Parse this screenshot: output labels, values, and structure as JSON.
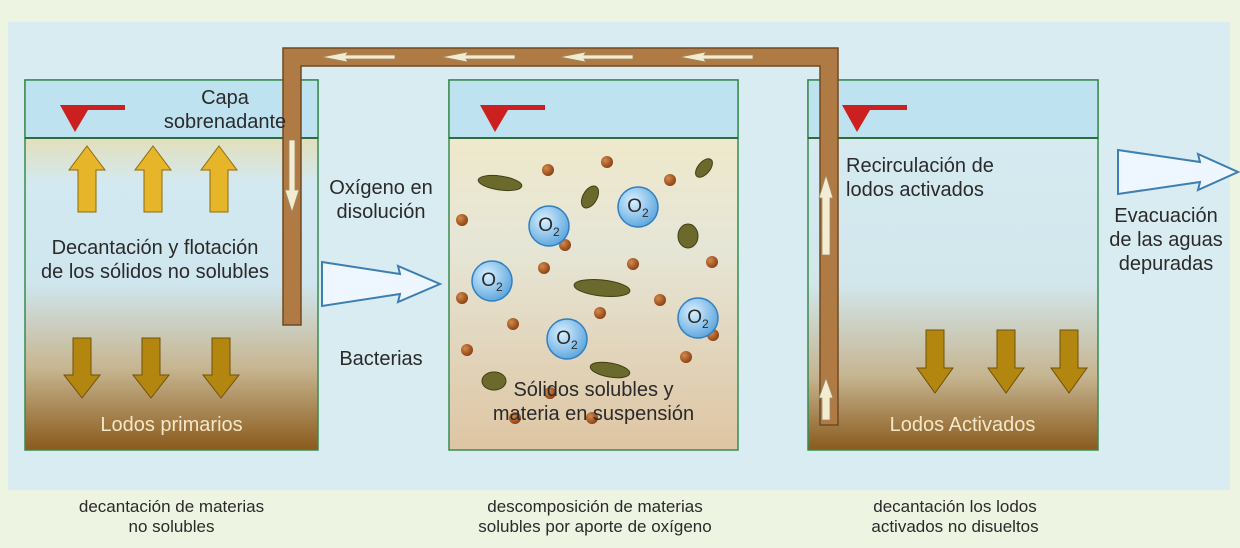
{
  "tank1": {
    "title_line1": "Capa",
    "title_line2": "sobrenadante",
    "desc_line1": "Decantación y flotación",
    "desc_line2": "de los sólidos no solubles",
    "bottom": "Lodos primarios"
  },
  "tank2": {
    "bottom_line1": "Sólidos solubles y",
    "bottom_line2": "materia en suspensión",
    "o2_text": "O",
    "o2_sub": "2"
  },
  "tank3": {
    "desc_line1": "Recirculación de",
    "desc_line2": "lodos activados",
    "bottom": "Lodos Activados"
  },
  "side_labels": {
    "oxygen_line1": "Oxígeno en",
    "oxygen_line2": "disolución",
    "bacteria": "Bacterias",
    "evac_line1": "Evacuación",
    "evac_line2": "de las aguas",
    "evac_line3": "depuradas"
  },
  "captions": {
    "c1_line1": "decantación de materias",
    "c1_line2": "no solubles",
    "c2_line1": "descomposición de materias",
    "c2_line2": "solubles por aporte de oxígeno",
    "c3_line1": "decantación los lodos",
    "c3_line2": "activados no disueltos"
  },
  "colors": {
    "background": "#eef4e2",
    "panel": "#d8ecf2",
    "water": "#bfe2f1",
    "sediment": "#8a5a1c",
    "pipe": "#b07a44",
    "level_marker": "#cc1f1f",
    "up_arrow": "#e6b52a",
    "down_arrow": "#b2860f",
    "o2_bubble": "#6fb3e6"
  }
}
